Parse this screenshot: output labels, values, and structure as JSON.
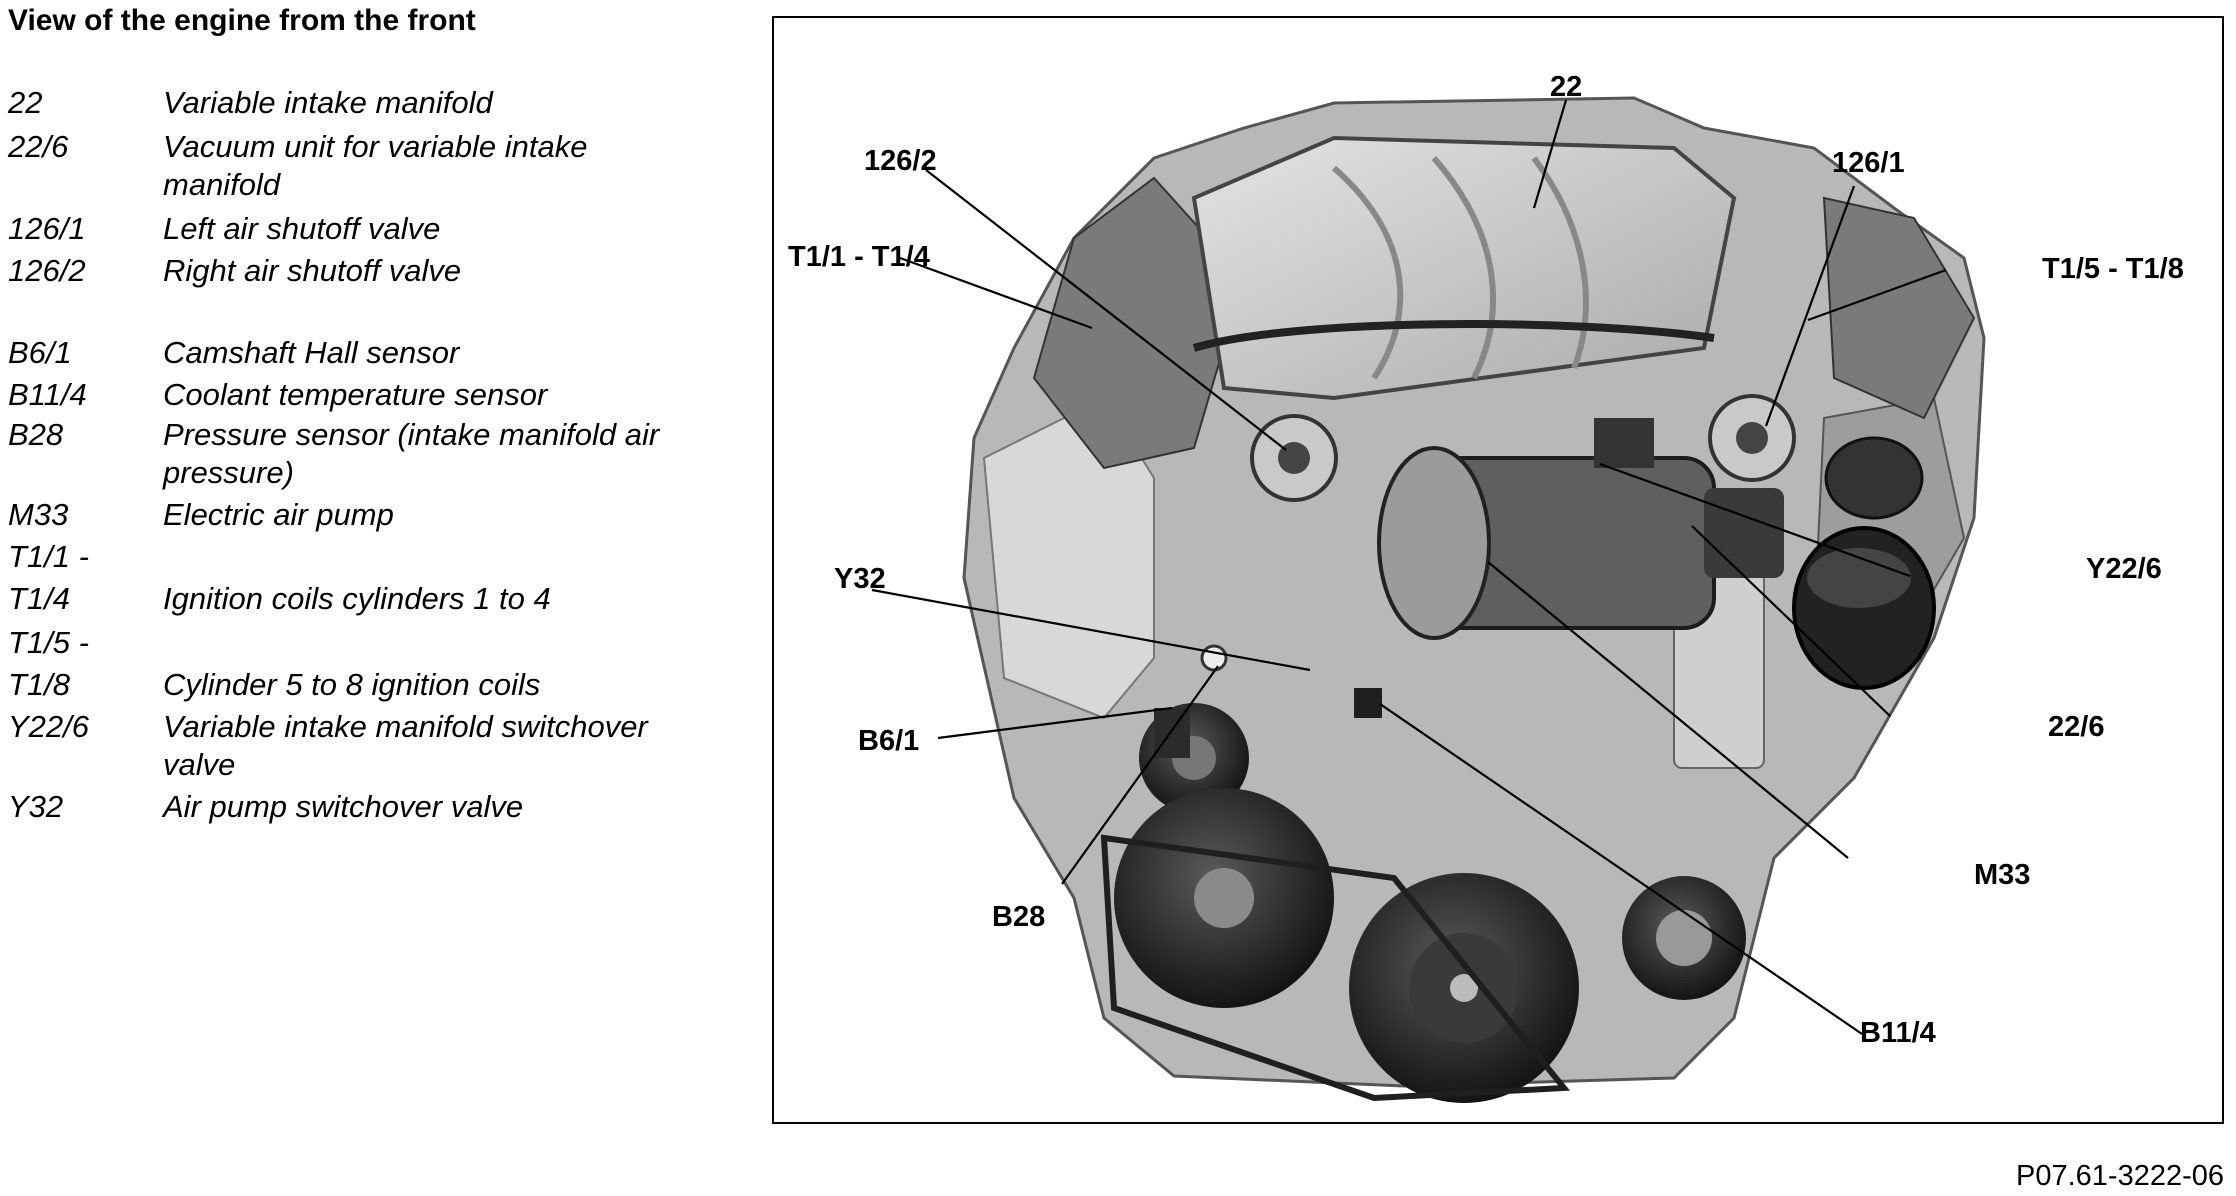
{
  "title": "View of the engine from the front",
  "legend": [
    {
      "code": "22",
      "desc": "Variable intake manifold"
    },
    {
      "code": "22/6",
      "desc": "Vacuum unit for variable intake manifold"
    },
    {
      "code": "126/1",
      "desc": "Left air shutoff valve"
    },
    {
      "code": "126/2",
      "desc": "Right air shutoff valve"
    },
    {
      "code": "B6/1",
      "desc": "Camshaft Hall sensor"
    },
    {
      "code": "B11/4",
      "desc": "Coolant temperature sensor"
    },
    {
      "code": "B28",
      "desc": "Pressure sensor (intake manifold air pressure)"
    },
    {
      "code": "M33",
      "desc": "Electric air pump"
    },
    {
      "code": "T1/1 -",
      "desc": ""
    },
    {
      "code": "T1/4",
      "desc": "Ignition coils cylinders 1 to 4"
    },
    {
      "code": "T1/5 -",
      "desc": ""
    },
    {
      "code": "T1/8",
      "desc": "Cylinder 5 to 8 ignition coils"
    },
    {
      "code": "Y22/6",
      "desc": "Variable intake manifold switchover valve"
    },
    {
      "code": "Y32",
      "desc": "Air pump switchover valve"
    }
  ],
  "callouts": {
    "c22": "22",
    "c126_2": "126/2",
    "c126_1": "126/1",
    "cT1_1": "T1/1 - T1/4",
    "cT1_5": "T1/5 - T1/8",
    "cY32": "Y32",
    "cY22_6": "Y22/6",
    "cB6_1": "B6/1",
    "c22_6": "22/6",
    "cB28": "B28",
    "cM33": "M33",
    "cB11_4": "B11/4"
  },
  "figure_id": "P07.61-3222-06"
}
